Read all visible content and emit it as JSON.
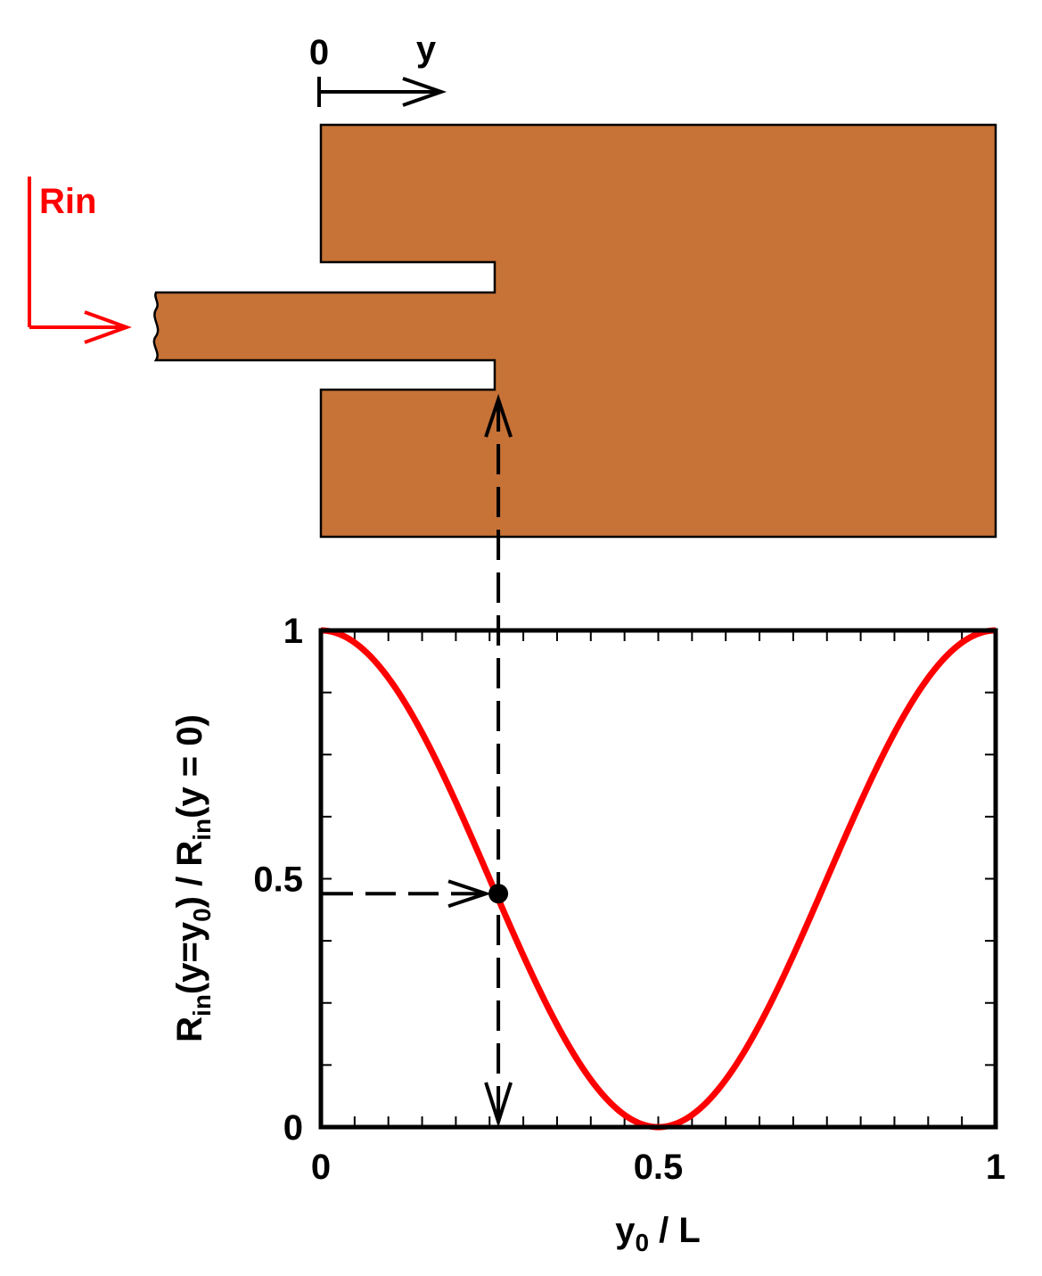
{
  "diagram": {
    "origin_label": "0",
    "y_axis_label": "y",
    "input_label": "Rin",
    "colors": {
      "patch": "#C77237",
      "input": "#FF0000",
      "curve": "#FF0000",
      "outline": "#000000"
    }
  },
  "chart_data": {
    "type": "line",
    "xlabel_main": "y",
    "xlabel_sub": "0",
    "xlabel_rest": " / L",
    "ylabel_parts": [
      {
        "t": "R",
        "sub": false
      },
      {
        "t": "in",
        "sub": true
      },
      {
        "t": "(y=y",
        "sub": false
      },
      {
        "t": "0",
        "sub": true
      },
      {
        "t": ") / R",
        "sub": false
      },
      {
        "t": "in",
        "sub": true
      },
      {
        "t": "(y = 0)",
        "sub": false
      }
    ],
    "xlim": [
      0,
      1
    ],
    "ylim": [
      0,
      1
    ],
    "x_ticks": [
      {
        "value": 0,
        "label": "0"
      },
      {
        "value": 0.5,
        "label": "0.5"
      },
      {
        "value": 1,
        "label": "1"
      }
    ],
    "y_ticks": [
      {
        "value": 0,
        "label": "0"
      },
      {
        "value": 0.5,
        "label": "0.5"
      },
      {
        "value": 1,
        "label": "1"
      }
    ],
    "x_minor_step": 0.05,
    "y_minor_step": 0.125,
    "series": [
      {
        "function": "cos^2(pi*x)",
        "color": "#FF0000"
      }
    ],
    "marker": {
      "x": 0.263,
      "y": 0.47
    }
  }
}
